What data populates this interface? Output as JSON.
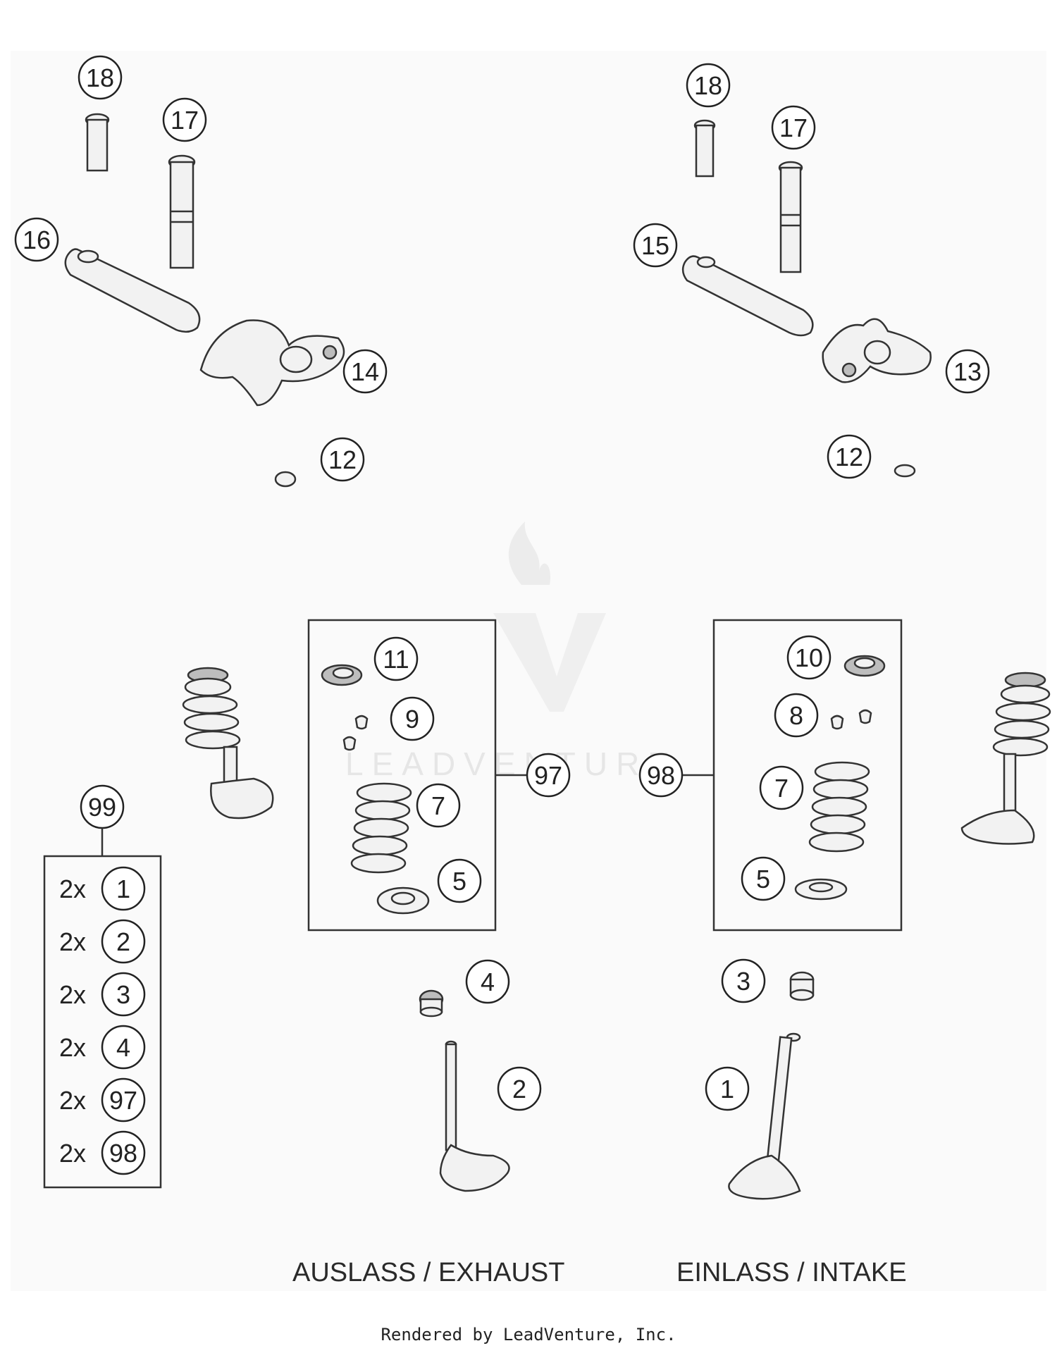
{
  "callouts": {
    "c18_left": "18",
    "c17_left": "17",
    "c16": "16",
    "c14": "14",
    "c12_left": "12",
    "c18_right": "18",
    "c17_right": "17",
    "c15": "15",
    "c13": "13",
    "c12_right": "12",
    "c11": "11",
    "c9": "9",
    "c7_ex": "7",
    "c5_ex": "5",
    "c97": "97",
    "c10": "10",
    "c8": "8",
    "c7_in": "7",
    "c5_in": "5",
    "c98": "98",
    "c99": "99",
    "c4": "4",
    "c3": "3",
    "c2": "2",
    "c1": "1"
  },
  "kit_list": [
    {
      "qty": "2x",
      "num": "1"
    },
    {
      "qty": "2x",
      "num": "2"
    },
    {
      "qty": "2x",
      "num": "3"
    },
    {
      "qty": "2x",
      "num": "4"
    },
    {
      "qty": "2x",
      "num": "97"
    },
    {
      "qty": "2x",
      "num": "98"
    }
  ],
  "labels": {
    "exhaust": "AUSLASS / EXHAUST",
    "intake": "EINLASS / INTAKE"
  },
  "watermark": "LEADVENTURE",
  "footer": "Rendered by LeadVenture, Inc."
}
